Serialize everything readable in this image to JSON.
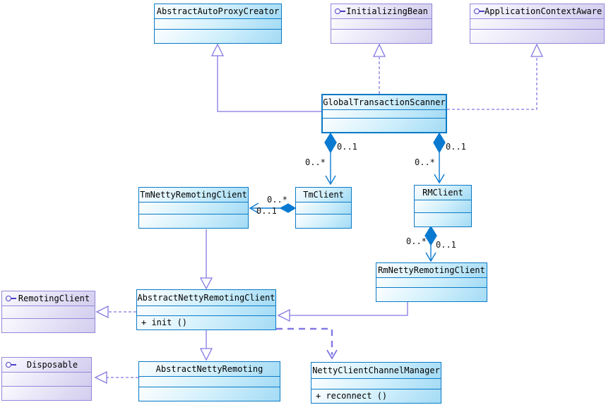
{
  "diagram_type": "uml-class-diagram",
  "classes": {
    "abstract_auto_proxy_creator": {
      "name": "AbstractAutoProxyCreator",
      "kind": "class"
    },
    "initializing_bean": {
      "name": "InitializingBean",
      "kind": "interface"
    },
    "application_context_aware": {
      "name": "ApplicationContextAware",
      "kind": "interface"
    },
    "global_transaction_scanner": {
      "name": "GlobalTransactionScanner",
      "kind": "class"
    },
    "tm_netty_remoting_client": {
      "name": "TmNettyRemotingClient",
      "kind": "class"
    },
    "tm_client": {
      "name": "TmClient",
      "kind": "class"
    },
    "rm_client": {
      "name": "RMClient",
      "kind": "class"
    },
    "rm_netty_remoting_client": {
      "name": "RmNettyRemotingClient",
      "kind": "class"
    },
    "abstract_netty_remoting_client": {
      "name": "AbstractNettyRemotingClient",
      "kind": "class",
      "operations": [
        "+ init ()"
      ]
    },
    "remoting_client": {
      "name": "RemotingClient",
      "kind": "interface"
    },
    "disposable": {
      "name": "Disposable",
      "kind": "interface"
    },
    "abstract_netty_remoting": {
      "name": "AbstractNettyRemoting",
      "kind": "class"
    },
    "netty_client_channel_manager": {
      "name": "NettyClientChannelManager",
      "kind": "class",
      "operations": [
        "+ reconnect ()"
      ]
    }
  },
  "multiplicity_labels": [
    {
      "text": "0..1",
      "edge": "scanner-tmclient-near-diamond"
    },
    {
      "text": "0..*",
      "edge": "scanner-tmclient-near-arrow"
    },
    {
      "text": "0..1",
      "edge": "scanner-rmclient-near-diamond"
    },
    {
      "text": "0..*",
      "edge": "scanner-rmclient-near-arrow"
    },
    {
      "text": "0..*",
      "edge": "tmclient-tmnetty-upper"
    },
    {
      "text": "0..1",
      "edge": "tmclient-tmnetty-lower"
    },
    {
      "text": "0..*",
      "edge": "rmclient-rmnetty-left"
    },
    {
      "text": "0..1",
      "edge": "rmclient-rmnetty-right"
    }
  ],
  "relationships": [
    {
      "from": "GlobalTransactionScanner",
      "to": "AbstractAutoProxyCreator",
      "type": "generalization"
    },
    {
      "from": "GlobalTransactionScanner",
      "to": "InitializingBean",
      "type": "realization"
    },
    {
      "from": "GlobalTransactionScanner",
      "to": "ApplicationContextAware",
      "type": "realization"
    },
    {
      "from": "GlobalTransactionScanner",
      "to": "TmClient",
      "type": "composition",
      "diamond_end": "0..1",
      "arrow_end": "0..*"
    },
    {
      "from": "GlobalTransactionScanner",
      "to": "RMClient",
      "type": "composition",
      "diamond_end": "0..1",
      "arrow_end": "0..*"
    },
    {
      "from": "TmClient",
      "to": "TmNettyRemotingClient",
      "type": "composition",
      "diamond_end": "0..*",
      "arrow_end": "0..1"
    },
    {
      "from": "RMClient",
      "to": "RmNettyRemotingClient",
      "type": "composition",
      "diamond_end": "0..*",
      "arrow_end": "0..1"
    },
    {
      "from": "TmNettyRemotingClient",
      "to": "AbstractNettyRemotingClient",
      "type": "generalization"
    },
    {
      "from": "RmNettyRemotingClient",
      "to": "AbstractNettyRemotingClient",
      "type": "generalization"
    },
    {
      "from": "AbstractNettyRemotingClient",
      "to": "RemotingClient",
      "type": "realization"
    },
    {
      "from": "AbstractNettyRemotingClient",
      "to": "AbstractNettyRemoting",
      "type": "generalization"
    },
    {
      "from": "AbstractNettyRemoting",
      "to": "Disposable",
      "type": "realization"
    },
    {
      "from": "AbstractNettyRemotingClient",
      "to": "NettyClientChannelManager",
      "type": "dependency"
    }
  ],
  "colors": {
    "class_border": "#0b7ac5",
    "class_fill_light": "#fcfeff",
    "class_fill_dark": "#a3dbf5",
    "interface_border": "#9189d9",
    "interface_fill_light": "#fbfafe",
    "interface_fill_dark": "#d2cdee",
    "relation_purple": "#8278e2",
    "relation_blue": "#0a7ad1",
    "lollipop_icon": "#4b3fc9"
  }
}
